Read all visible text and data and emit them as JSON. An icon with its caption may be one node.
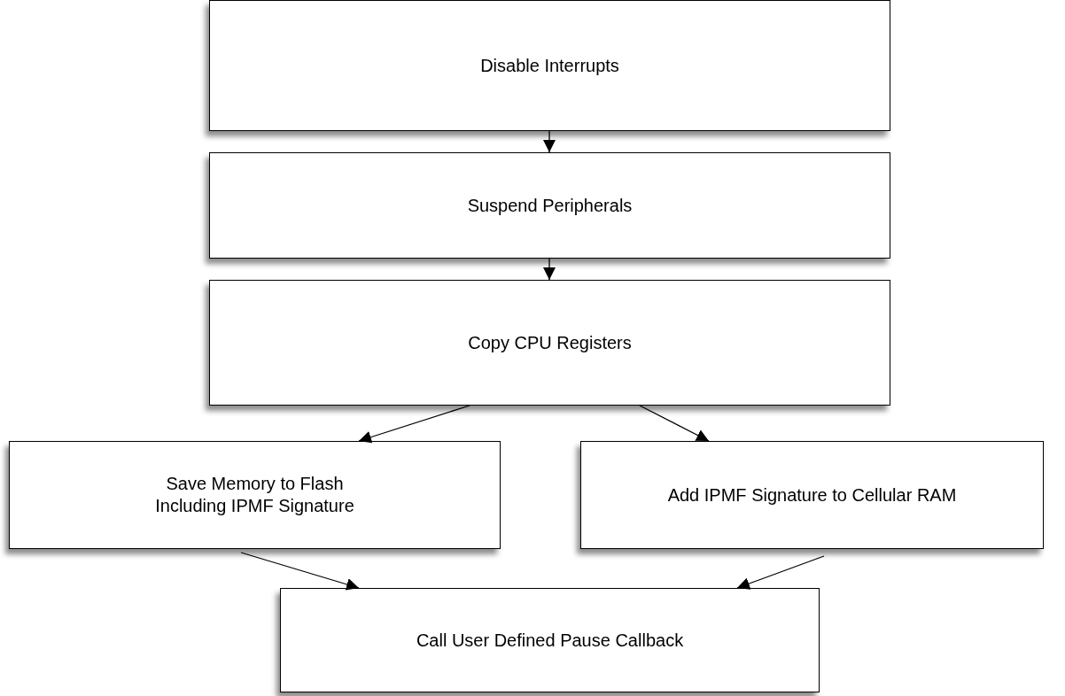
{
  "diagram": {
    "nodes": [
      {
        "text": [
          "Disable Interrupts"
        ]
      },
      {
        "text": [
          "Suspend Peripherals"
        ]
      },
      {
        "text": [
          "Copy CPU Registers"
        ]
      },
      {
        "text": [
          "Save Memory to Flash Including IPMF Signature"
        ]
      },
      {
        "text": [
          "Add IPMF Signature to Cellular RAM"
        ]
      },
      {
        "text": [
          "Call User Defined Pause Callback"
        ]
      }
    ],
    "edges": [
      {
        "from": 0,
        "to": 1,
        "arrow": "to"
      },
      {
        "from": 1,
        "to": 2,
        "arrow": "to"
      },
      {
        "from": 2,
        "to": 3,
        "arrow": "to"
      },
      {
        "from": 2,
        "to": 4,
        "arrow": "to"
      },
      {
        "from": 3,
        "to": 5,
        "arrow": "to"
      },
      {
        "from": 4,
        "to": 5,
        "arrow": "to"
      }
    ]
  }
}
